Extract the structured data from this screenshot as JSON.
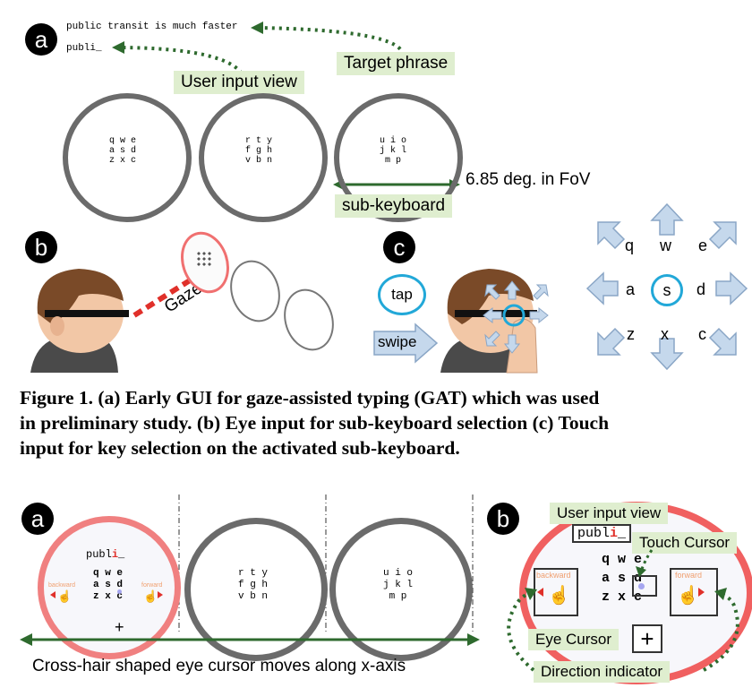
{
  "panel_top": {
    "a": {
      "badge": "a",
      "target_text": "public transit is much faster",
      "input_text": "publi_",
      "label_user_input_view": "User input view",
      "label_target_phrase": "Target phrase",
      "keyboards": [
        "q w e\na s d\nz x c",
        "r t y\nf g h\nv b n",
        "u i o\nj k l\nm p"
      ],
      "fov_label": "6.85 deg. in FoV",
      "subkeyboard_label": "sub-keyboard"
    },
    "b": {
      "badge": "b",
      "gaze_label": "Gaze at"
    },
    "c": {
      "badge": "c",
      "tap_label": "tap",
      "swipe_label": "swipe",
      "keys": [
        "q",
        "w",
        "e",
        "a",
        "s",
        "d",
        "z",
        "x",
        "c"
      ]
    }
  },
  "caption": "Figure 1. (a) Early GUI for gaze-assisted typing (GAT) which was used\nin preliminary study. (b) Eye input for sub-keyboard selection (c) Touch\ninput for key selection on the activated sub-keyboard.",
  "panel_bottom": {
    "a": {
      "badge": "a",
      "input_prefix": "publ",
      "input_highlight": "i",
      "input_suffix": "_",
      "active_keyboard": "q w e\na s d\nz x c",
      "backward_label": "backward",
      "forward_label": "forward",
      "keyboards": [
        "r t y\nf g h\nv b n",
        "u i o\nj k l\nm p"
      ],
      "crosshair_caption": "Cross-hair shaped eye cursor moves along x-axis"
    },
    "b": {
      "badge": "b",
      "label_user_input_view": "User input view",
      "input_prefix": "publ",
      "input_highlight": "i",
      "input_suffix": "_",
      "label_touch_cursor": "Touch Cursor",
      "keyboard": "q w e\na s d\nz x c",
      "backward_label": "backward",
      "forward_label": "forward",
      "label_eye_cursor": "Eye Cursor",
      "label_direction_indicator": "Direction indicator"
    }
  },
  "colors": {
    "label_bg": "#dfeecf",
    "arrow_green": "#2e6a2e",
    "highlight_red": "#e0302a",
    "circle_gray": "#6b6b6b",
    "cyan": "#22a8d8",
    "arrow_blue": "#c5d8ec"
  }
}
